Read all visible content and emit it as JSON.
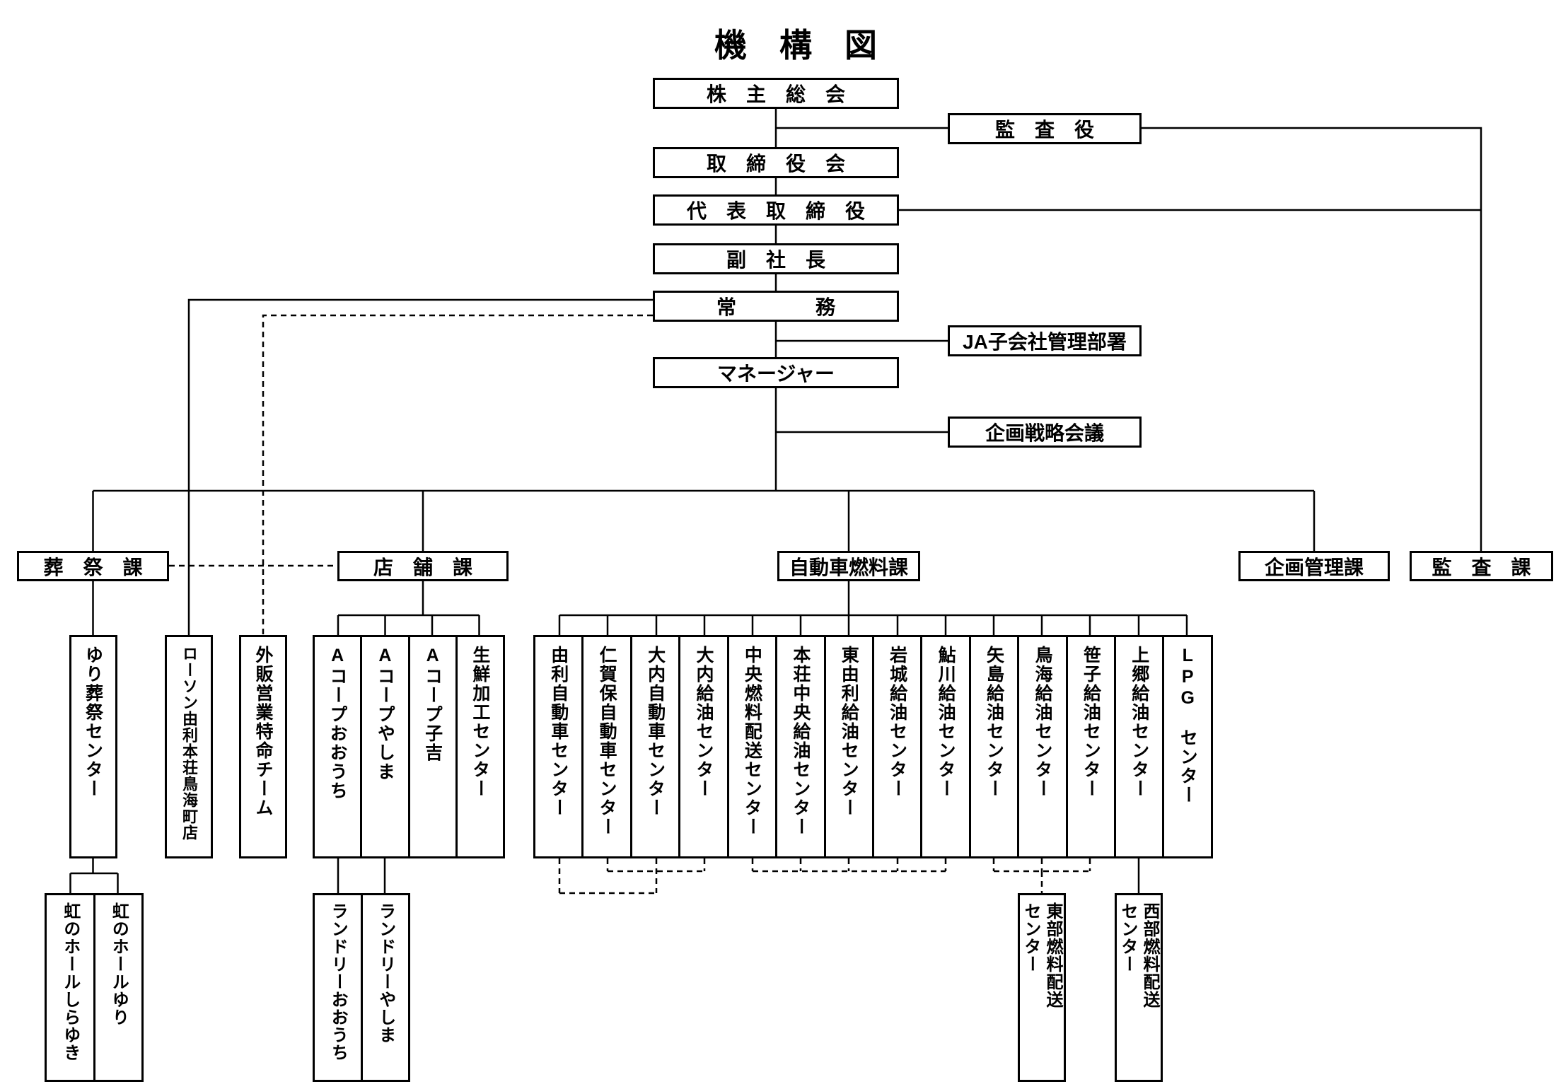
{
  "title": "機　構　図",
  "chain": {
    "shareholders_meeting": "株　主　総　会",
    "auditor": "監　査　役",
    "board_of_directors": "取　締　役　会",
    "representative_director": "代　表　取　締　役",
    "vice_president": "副　社　長",
    "managing_director": "常　　　　務",
    "ja_subsidiary_dept": "JA子会社管理部署",
    "manager": "マネージャー",
    "planning_strategy_meeting": "企画戦略会議"
  },
  "direct_reports": {
    "lawson_store": "ローソン由利本荘鳥海町店",
    "special_sales_team": "外販営業特命チーム"
  },
  "departments": {
    "funeral": {
      "label": "葬　祭　課",
      "center": "ゆり葬祭センター",
      "halls": [
        "虹のホールしらゆき",
        "虹のホールゆり"
      ]
    },
    "store": {
      "label": "店　舗　課",
      "children": [
        "Aコープおおうち",
        "Aコープやしま",
        "Aコープ子吉",
        "生鮮加工センター"
      ],
      "laundries": [
        "ランドリーおおうち",
        "ランドリーやしま"
      ]
    },
    "auto_fuel": {
      "label": "自動車燃料課",
      "children": [
        "由利自動車センター",
        "仁賀保自動車センター",
        "大内自動車センター",
        "大内給油センター",
        "中央燃料配送センター",
        "本荘中央給油センター",
        "東由利給油センター",
        "岩城給油センター",
        "鮎川給油センター",
        "矢島給油センター",
        "鳥海給油センター",
        "笹子給油センター",
        "上郷給油センター",
        "LPG　センター"
      ],
      "delivery_centers": [
        "東部燃料配送センター",
        "西部燃料配送センター"
      ]
    },
    "planning_management": {
      "label": "企画管理課"
    },
    "audit": {
      "label": "監　査　課"
    }
  }
}
